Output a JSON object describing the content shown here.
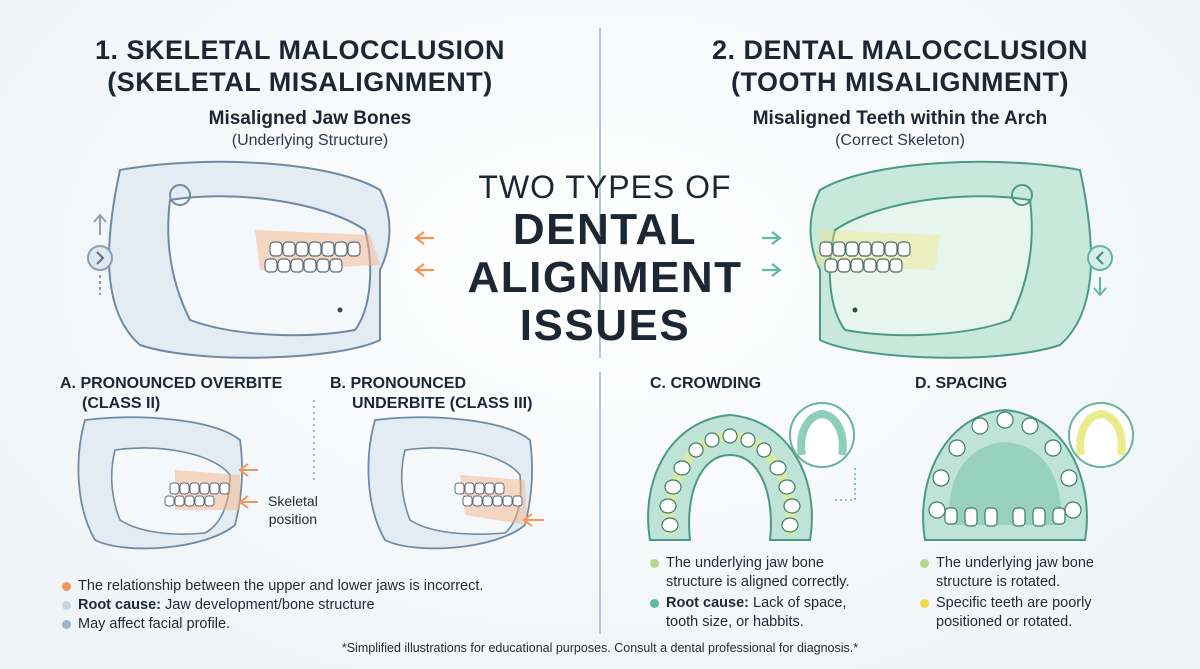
{
  "left": {
    "title_line1": "1. SKELETAL MALOCCLUSION",
    "title_line2": "(SKELETAL MISALIGNMENT)",
    "subtitle": "Misaligned Jaw Bones",
    "subtitle_note": "(Underlying Structure)"
  },
  "right": {
    "title_line1": "2. DENTAL MALOCCLUSION",
    "title_line2": "(TOOTH MISALIGNMENT)",
    "subtitle": "Misaligned Teeth within the Arch",
    "subtitle_note": "(Correct Skeleton)"
  },
  "center": {
    "line1": "TWO TYPES OF",
    "line2": "DENTAL",
    "line3": "ALIGNMENT",
    "line4": "ISSUES"
  },
  "sections": {
    "a_line1": "A. PRONOUNCED OVERBITE",
    "a_line2": "(CLASS II)",
    "b_line1": "B. PRONOUNCED",
    "b_line2": "UNDERBITE (CLASS III)",
    "c": "C. CROWDING",
    "d": "D. SPACING",
    "skeletal_label_1": "Skeletal",
    "skeletal_label_2": "position"
  },
  "left_bullets": {
    "b1": "The relationship between the upper and lower jaws is incorrect.",
    "b2_bold": "Root cause:",
    "b2_rest": " Jaw development/bone structure",
    "b3": "May affect facial profile."
  },
  "crowding_bullets": {
    "b1_line1": "The underlying jaw bone",
    "b1_line2": "structure is aligned correctly.",
    "b2_bold": "Root cause:",
    "b2_rest_line1": " Lack of space,",
    "b2_line2": "tooth size, or habbits."
  },
  "spacing_bullets": {
    "b1_line1": "The underlying jaw bone",
    "b1_line2": "structure is rotated.",
    "b2_line1": "Specific teeth are poorly",
    "b2_line2": "positioned or rotated."
  },
  "footnote": "*Simplified illustrations for educational purposes. Consult a dental professional for diagnosis.*",
  "colors": {
    "orange": "#f2955a",
    "blue_gray": "#9fb4c7",
    "teal": "#5fb8a2",
    "yellow": "#f2d94a",
    "green_light": "#b8d68a",
    "dark": "#1d2733"
  }
}
